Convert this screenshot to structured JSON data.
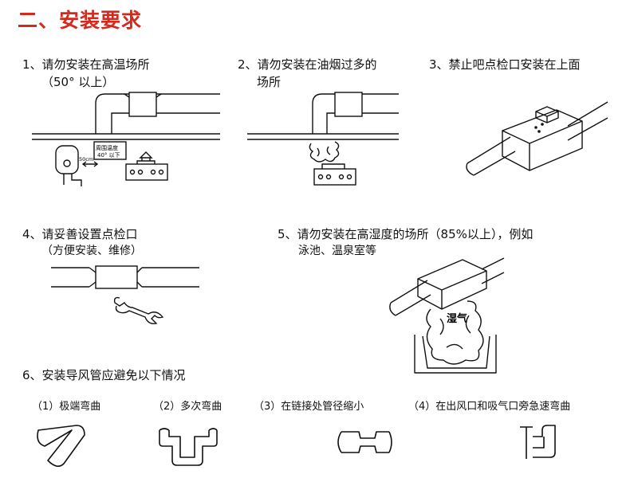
{
  "page": {
    "title": "二、安装要求"
  },
  "items": [
    {
      "line1": "1、请勿安装在高温场所",
      "line2": "（50° 以上）",
      "label_temp1": "周围温度",
      "label_temp2": "40° 以下",
      "label_dist": "50cm"
    },
    {
      "line1": "2、请勿安装在油烟过多的",
      "line2": "场所"
    },
    {
      "line1": "3、禁止吧点检口安装在上面"
    },
    {
      "line1": "4、请妥善设置点检口",
      "line2": "（方便安装、维修）"
    },
    {
      "line1": "5、请勿安装在高湿度的场所（85%以上），例如",
      "line2": "泳池、温泉室等",
      "label_humid": "湿气"
    },
    {
      "line1": "6、安装导风管应避免以下情况"
    }
  ],
  "cases": [
    {
      "label": "（1）极端弯曲"
    },
    {
      "label": "（2）多次弯曲"
    },
    {
      "label": "（3）在链接处管径缩小"
    },
    {
      "label": "（4）在出风口和吸气口旁急速弯曲"
    }
  ]
}
